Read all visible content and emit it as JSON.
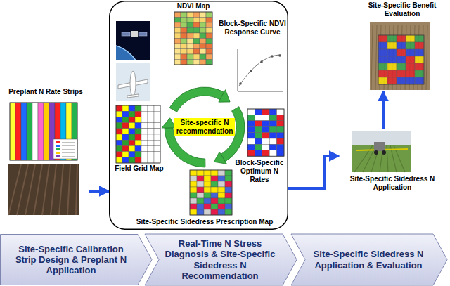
{
  "diagram": {
    "nodes": [
      {
        "text": [
          "Preplant N Rate Strips"
        ]
      },
      {
        "text": [
          "Site-specific N recommendation"
        ]
      },
      {
        "text": [
          "NDVI Map"
        ],
        "in": 1
      },
      {
        "text": [
          "Block-Specific NDVI Response Curve"
        ],
        "in": 1
      },
      {
        "text": [
          "Field Grid Map"
        ],
        "in": 1
      },
      {
        "text": [
          "Block-Specific Optimum N Rates"
        ],
        "in": 1
      },
      {
        "text": [
          "Site-Specific Sidedress Prescription Map"
        ],
        "in": 1
      },
      {
        "text": [
          "Site-Specific Sidedress N Application"
        ]
      },
      {
        "text": [
          "Site-Specific Benefit Evaluation"
        ]
      },
      {
        "text": [
          "Site-Specific Calibration Strip Design & Preplant N Application"
        ]
      },
      {
        "text": [
          "Real-Time N Stress Diagnosis & Site-Specific Sidedress N Recommendation"
        ]
      },
      {
        "text": [
          "Site-Specific Sidedress N Application & Evaluation"
        ]
      }
    ],
    "edges": [
      {
        "from": 0,
        "to": 1,
        "arrow": "to"
      },
      {
        "from": 1,
        "to": 7,
        "arrow": "to"
      },
      {
        "from": 7,
        "to": 8,
        "arrow": "to"
      }
    ]
  }
}
